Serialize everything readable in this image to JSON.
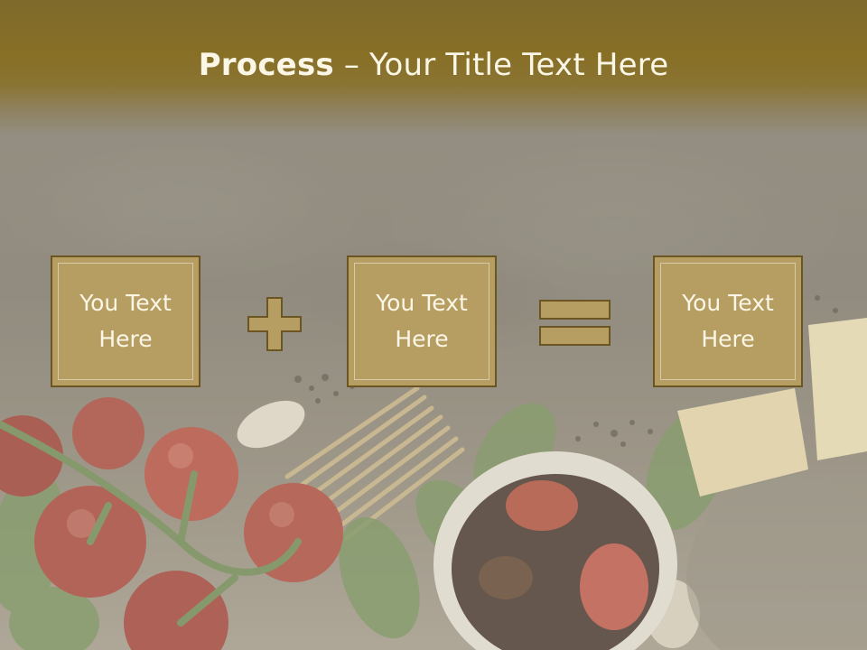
{
  "header": {
    "title_bold": "Process",
    "title_rest": " – Your Title Text Here"
  },
  "steps": [
    {
      "line1": "You Text",
      "line2": "Here"
    },
    {
      "line1": "You Text",
      "line2": "Here"
    },
    {
      "line1": "You Text",
      "line2": "Here"
    }
  ],
  "operators": [
    "plus-icon",
    "equals-icon"
  ],
  "colors": {
    "header": "#876f26",
    "box_fill": "#b69e63",
    "box_border": "#6b5523",
    "text": "#fbf6e6"
  }
}
